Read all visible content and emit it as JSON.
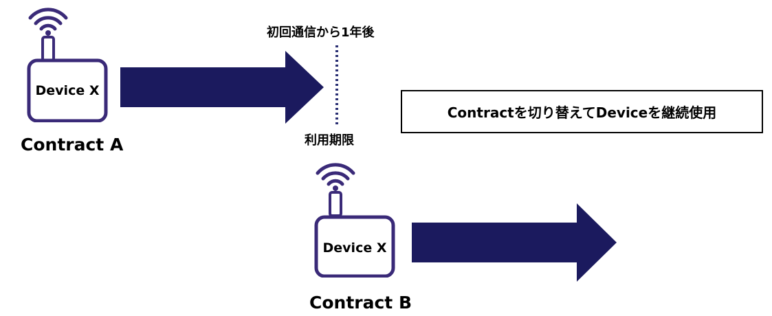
{
  "timeline": {
    "top_label": "初回通信から1年後",
    "bottom_label": "利用期限"
  },
  "device_a": {
    "name": "Device X",
    "contract": "Contract A"
  },
  "device_b": {
    "name": "Device X",
    "contract": "Contract B"
  },
  "note": {
    "text": "Contractを切り替えてDeviceを継続使用"
  },
  "colors": {
    "device_outline": "#3a2a78",
    "arrow": "#1b1a5e",
    "timeline": "#2a2f73"
  },
  "icons": {
    "device_a_icon": "router-device-icon",
    "device_b_icon": "router-device-icon",
    "wifi_icon": "wifi-signal-icon"
  }
}
